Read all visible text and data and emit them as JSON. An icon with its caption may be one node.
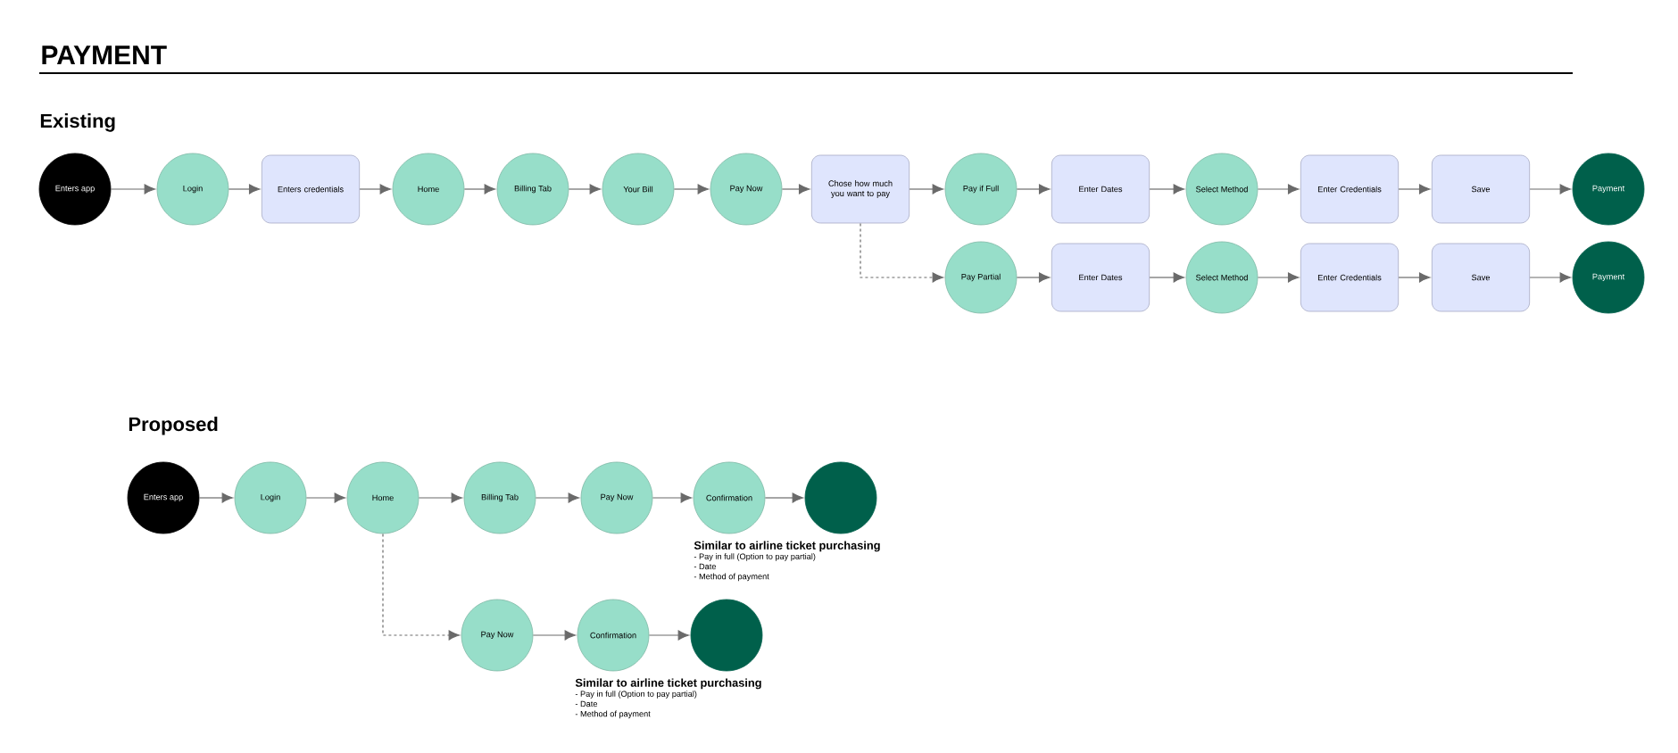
{
  "diagram": {
    "title": "PAYMENT",
    "nodes": [
      {
        "text": [
          "Enters app"
        ]
      },
      {
        "text": [
          "Login"
        ]
      },
      {
        "text": [
          "Enters credentials"
        ]
      },
      {
        "text": [
          "Home"
        ]
      },
      {
        "text": [
          "Billing Tab"
        ]
      },
      {
        "text": [
          "Your Bill"
        ]
      },
      {
        "text": [
          "Pay Now"
        ]
      },
      {
        "text": [
          "Chose how much you want to pay"
        ]
      },
      {
        "text": [
          "Pay if Full"
        ]
      },
      {
        "text": [
          "Enter Dates"
        ]
      },
      {
        "text": [
          "Select Method"
        ]
      },
      {
        "text": [
          "Enter Credentials"
        ]
      },
      {
        "text": [
          "Save"
        ]
      },
      {
        "text": [
          "Payment"
        ]
      },
      {
        "text": [
          "Pay Partial"
        ]
      },
      {
        "text": [
          "Enter Dates"
        ]
      },
      {
        "text": [
          "Select Method"
        ]
      },
      {
        "text": [
          "Enter Credentials"
        ]
      },
      {
        "text": [
          "Save"
        ]
      },
      {
        "text": [
          "Payment"
        ]
      },
      {
        "text": [
          "Enters app"
        ]
      },
      {
        "text": [
          "Login"
        ]
      },
      {
        "text": [
          "Home"
        ]
      },
      {
        "text": [
          "Billing Tab"
        ]
      },
      {
        "text": [
          "Pay Now"
        ]
      },
      {
        "text": [
          "Confirmation"
        ],
        "beside": [
          "Similar to airline ticket purchasing",
          "- Pay in full (Option to pay partial)",
          "- Date",
          "- Method of payment"
        ]
      },
      {
        "text": [],
        "shape": "circle"
      },
      {
        "text": [
          "Pay Now"
        ]
      },
      {
        "text": [
          "Confirmation"
        ],
        "beside": [
          "Similar to airline ticket purchasing",
          "- Pay in full (Option to pay partial)",
          "- Date",
          "- Method of payment"
        ]
      },
      {
        "text": [],
        "shape": "circle"
      }
    ],
    "edges": [
      {
        "from": 0,
        "to": 1,
        "arrow": "to"
      },
      {
        "from": 1,
        "to": 2,
        "arrow": "to"
      },
      {
        "from": 2,
        "to": 3,
        "arrow": "to"
      },
      {
        "from": 3,
        "to": 4,
        "arrow": "to"
      },
      {
        "from": 4,
        "to": 5,
        "arrow": "to"
      },
      {
        "from": 5,
        "to": 6,
        "arrow": "to"
      },
      {
        "from": 6,
        "to": 7,
        "arrow": "to"
      },
      {
        "from": 7,
        "to": 8,
        "arrow": "to"
      },
      {
        "from": 8,
        "to": 9,
        "arrow": "to"
      },
      {
        "from": 9,
        "to": 10,
        "arrow": "to"
      },
      {
        "from": 10,
        "to": 11,
        "arrow": "to"
      },
      {
        "from": 11,
        "to": 12,
        "arrow": "to"
      },
      {
        "from": 12,
        "to": 13,
        "arrow": "to"
      },
      {
        "from": 7,
        "to": 14,
        "arrow": "to",
        "style": "dashed"
      },
      {
        "from": 14,
        "to": 15,
        "arrow": "to"
      },
      {
        "from": 15,
        "to": 16,
        "arrow": "to"
      },
      {
        "from": 16,
        "to": 17,
        "arrow": "to"
      },
      {
        "from": 17,
        "to": 18,
        "arrow": "to"
      },
      {
        "from": 18,
        "to": 19,
        "arrow": "to"
      },
      {
        "from": 20,
        "to": 21,
        "arrow": "to"
      },
      {
        "from": 21,
        "to": 22,
        "arrow": "to"
      },
      {
        "from": 22,
        "to": 23,
        "arrow": "to"
      },
      {
        "from": 23,
        "to": 24,
        "arrow": "to"
      },
      {
        "from": 24,
        "to": 25,
        "arrow": "to"
      },
      {
        "from": 25,
        "to": 26,
        "arrow": "to"
      },
      {
        "from": 22,
        "to": 27,
        "arrow": "to",
        "style": "dashed"
      },
      {
        "from": 27,
        "to": 28,
        "arrow": "to"
      },
      {
        "from": 28,
        "to": 29,
        "arrow": "to"
      }
    ],
    "labels": [
      "Existing",
      "Proposed"
    ]
  }
}
